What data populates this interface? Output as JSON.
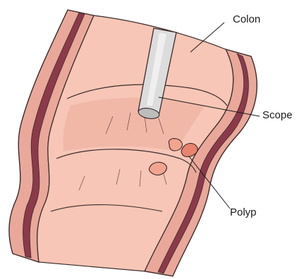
{
  "labels": {
    "colon": "Colon",
    "scope": "Scope",
    "polyp": "Polyp"
  },
  "colors": {
    "lumen": "#f7c6b6",
    "lumen_shade": "#ecad9c",
    "wall_outer": "#e8a598",
    "muscle": "#8b3a4a",
    "scope": "#d9d9d9",
    "outline": "#3a2a2a"
  },
  "icons": [
    "scope-tube-icon",
    "polyp-icon"
  ]
}
